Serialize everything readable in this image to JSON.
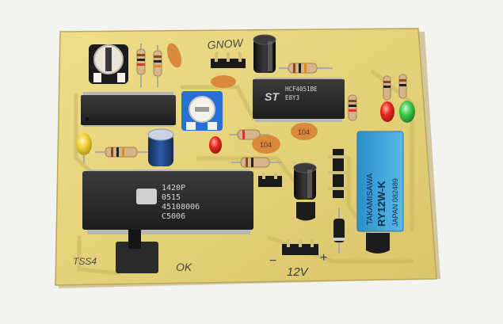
{
  "photo": {
    "subject": "assembled-pcb",
    "colors": {
      "background": "#f3f3f1",
      "board": "#e2d27a",
      "board_shadow": "#b9a85a",
      "trace": "#c9b55c",
      "ic_body": "#2a2a2a",
      "pin": "#c9c9c9",
      "trimmer_blue": "#2a6fd6",
      "relay_blue": "#3aa6dc",
      "led_red": "#e8281f",
      "led_green": "#3ecb4a",
      "led_yellow": "#f4d23a",
      "cap_orange": "#d98a3c",
      "electrolytic": "#1f3f7a"
    }
  },
  "markings": {
    "mcu": {
      "line1": "1420P",
      "line2": "0515",
      "line3": "45108006",
      "line4": "C5006"
    },
    "driver": {
      "line1": "HCF4051BE",
      "line2": "E8Y3"
    },
    "relay": {
      "brand": "TAKAMISAWA",
      "model": "RY12W-K",
      "origin": "JAPAN 082489"
    },
    "caps": {
      "cap1": "104",
      "cap2": "104"
    }
  },
  "handwriting": {
    "top": "GNOW",
    "bottom_left": "TSS4",
    "bottom_mid": "OK",
    "power": "12V",
    "minus": "−",
    "plus": "+"
  }
}
